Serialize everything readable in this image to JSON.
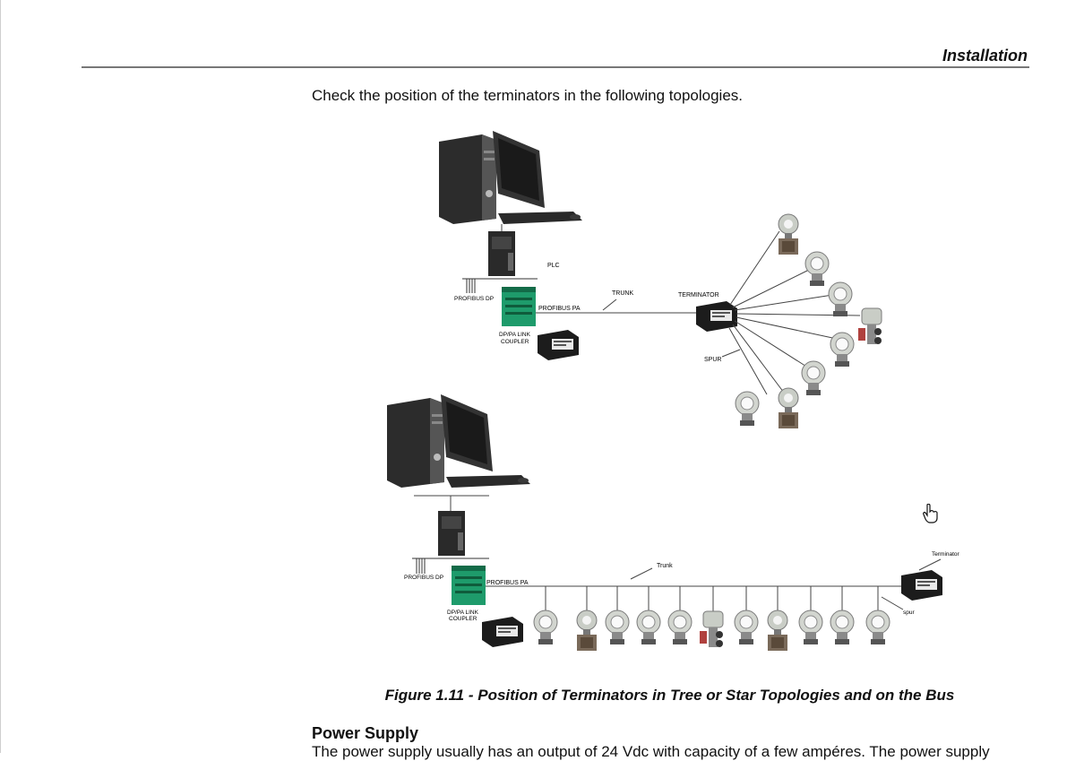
{
  "header": {
    "title": "Installation"
  },
  "intro_text": "Check the position of the terminators in the following topologies.",
  "figure": {
    "caption": "Figure 1.11 - Position of Terminators in Tree or Star Topologies and on the Bus",
    "tree": {
      "plc": "PLC",
      "profibus_dp": "PROFIBUS DP",
      "profibus_pa": "PROFIBUS PA",
      "coupler_line1": "DP/PA LINK",
      "coupler_line2": "COUPLER",
      "trunk": "TRUNK",
      "terminator": "TERMINATOR",
      "spur": "SPUR"
    },
    "bus": {
      "profibus_dp": "PROFIBUS DP",
      "profibus_pa": "PROFIBUS PA",
      "coupler_line1": "DP/PA LINK",
      "coupler_line2": "COUPLER",
      "trunk": "Trunk",
      "terminator": "Terminator",
      "spur": "spur"
    }
  },
  "section": {
    "heading": "Power Supply",
    "text": "The power supply usually has an output of 24 Vdc with capacity of a few ampéres. The power supply"
  },
  "icons": {
    "cursor": "hand-pointer-icon"
  }
}
